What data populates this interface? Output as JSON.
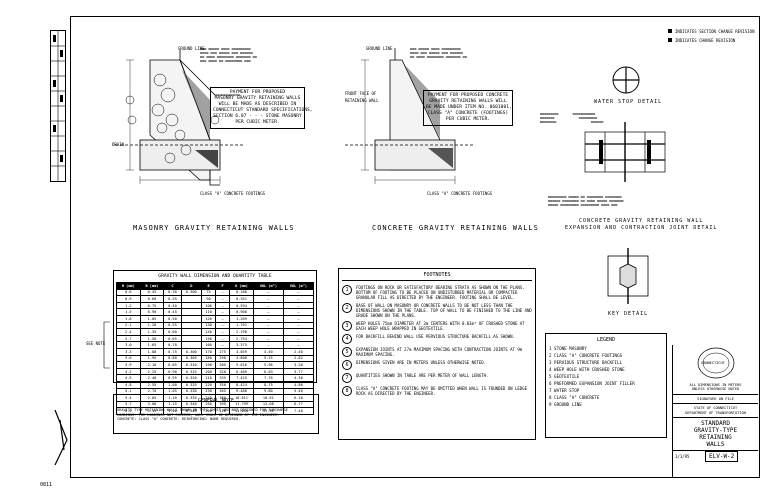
{
  "sheet": {
    "top_notes": [
      "INDICATES SECTION CHANGE REVISION",
      "INDICATES CHANGE REVISION"
    ],
    "bottom_left_code": "0811"
  },
  "masonry": {
    "title": "MASONRY GRAVITY RETAINING WALLS",
    "payment_note": "PAYMENT FOR PROPOSED\nMASONRY GRAVITY RETAINING WALLS\nWILL BE MADE AS DESCRIBED IN\nCONNECTICUT STANDARD SPECIFICATIONS,\nSECTION 6.07 - - - STONE MASONRY\nPER CUBIC METER.",
    "labels": [
      "GROUND LINE",
      "DRAIN",
      "CLASS \"A\" CONCRETE FOOTINGS"
    ]
  },
  "concrete": {
    "title": "CONCRETE GRAVITY RETAINING WALLS",
    "payment_note": "PAYMENT FOR PROPOSED CONCRETE\nGRAVITY RETAINING WALLS WILL\nBE MADE UNDER ITEM NO. 0601001,\nCLASS \"A\" CONCRETE (FOOTINGS)\nPER CUBIC METER.",
    "labels": [
      "GROUND LINE",
      "FRONT FACE OF RETAINING WALL",
      "CLASS \"A\" CONCRETE FOOTINGS"
    ]
  },
  "waterstop": {
    "title": "WATER STOP DETAIL",
    "joint_title": "CONCRETE GRAVITY RETAINING WALL\nEXPANSION AND CONTRACTION JOINT DETAIL",
    "key_title": "KEY DETAIL"
  },
  "gravity_table": {
    "title": "GRAVITY WALL DIMENSION AND QUANTITY TABLE",
    "side_label": "SEE NOTE",
    "headers": [
      "H (mm)",
      "B (mm)",
      "C",
      "D",
      "E",
      "F",
      "G (mm)",
      "VOL (m³)",
      "VOL (m³)"
    ],
    "rows": [
      [
        "0.6",
        "0.45",
        "0.30",
        "0.300",
        "75",
        "—",
        "0.180",
        "—",
        "—"
      ],
      [
        "0.9",
        "0.60",
        "0.35",
        "",
        "90",
        "—",
        "0.351",
        "—",
        "—"
      ],
      [
        "1.2",
        "0.75",
        "0.40",
        "",
        "100",
        "—",
        "0.594",
        "—",
        "—"
      ],
      [
        "1.5",
        "0.90",
        "0.45",
        "",
        "110",
        "—",
        "0.900",
        "—",
        "—"
      ],
      [
        "1.8",
        "1.05",
        "0.50",
        "",
        "120",
        "—",
        "1.269",
        "—",
        "—"
      ],
      [
        "2.1",
        "1.20",
        "0.55",
        "",
        "130",
        "—",
        "1.701",
        "—",
        "—"
      ],
      [
        "2.4",
        "1.35",
        "0.60",
        "",
        "140",
        "—",
        "2.196",
        "—",
        "—"
      ],
      [
        "2.7",
        "1.50",
        "0.65",
        "",
        "150",
        "—",
        "2.754",
        "—",
        "—"
      ],
      [
        "3.0",
        "1.65",
        "0.70",
        "",
        "160",
        "—",
        "3.375",
        "—",
        "—"
      ],
      [
        "3.3",
        "1.80",
        "0.75",
        "0.300",
        "170",
        "275",
        "4.059",
        "4.40",
        "2.40"
      ],
      [
        "3.6",
        "1.95",
        "0.80",
        "0.305",
        "180",
        "290",
        "4.806",
        "5.15",
        "2.82"
      ],
      [
        "3.9",
        "2.10",
        "0.85",
        "0.310",
        "190",
        "305",
        "5.616",
        "5.96",
        "3.28"
      ],
      [
        "4.2",
        "2.25",
        "0.90",
        "0.315",
        "200",
        "320",
        "6.489",
        "6.83",
        "3.77"
      ],
      [
        "4.5",
        "2.40",
        "0.95",
        "0.320",
        "210",
        "335",
        "7.425",
        "7.76",
        "4.30"
      ],
      [
        "4.8",
        "2.55",
        "1.00",
        "0.325",
        "220",
        "350",
        "8.424",
        "8.75",
        "4.86"
      ],
      [
        "5.1",
        "2.70",
        "1.05",
        "0.330",
        "230",
        "365",
        "9.486",
        "9.80",
        "5.46"
      ],
      [
        "5.4",
        "2.85",
        "1.10",
        "0.335",
        "240",
        "380",
        "10.611",
        "10.91",
        "6.10"
      ],
      [
        "5.7",
        "3.00",
        "1.15",
        "0.340",
        "250",
        "395",
        "11.799",
        "12.08",
        "6.77"
      ],
      [
        "6.0",
        "3.15",
        "1.20",
        "0.345",
        "260",
        "410",
        "13.050",
        "13.31",
        "7.48"
      ]
    ]
  },
  "general_note": {
    "title": "GENERAL NOTE",
    "text": "GRAVITY TYPE RETAINING WALLS SHOWN ON THIS SHEET ARE NOT DESIGNED FOR SURCHARGE\nLOADINGS. FOR LOADINGS NOT COVERED, WALL SHALL BE DESIGNED BY THE ENGINEER.\nCONCRETE: CLASS \"A\" CONCRETE. REINFORCING: NONE REQUIRED."
  },
  "footnotes": {
    "title": "FOOTNOTES",
    "items": [
      "FOOTINGS ON ROCK OR SATISFACTORY BEARING STRATA AS SHOWN ON THE PLANS. BOTTOM OF FOOTING TO BE PLACED ON UNDISTURBED MATERIAL OR COMPACTED GRANULAR FILL AS DIRECTED BY THE ENGINEER. FOOTING SHALL BE LEVEL.",
      "BASE OF WALL ON MASONRY OR CONCRETE WALLS TO BE NOT LESS THAN THE DIMENSIONS SHOWN IN THE TABLE. TOP OF WALL TO BE FINISHED TO THE LINE AND GRADE SHOWN ON THE PLANS.",
      "WEEP HOLES 75mm DIAMETER AT 3m CENTERS WITH 0.03m³ OF CRUSHED STONE AT EACH WEEP HOLE WRAPPED IN GEOTEXTILE.",
      "FOR BACKFILL BEHIND WALL USE PERVIOUS STRUCTURE BACKFILL AS SHOWN.",
      "EXPANSION JOINTS AT 27m MAXIMUM SPACING WITH CONTRACTION JOINTS AT 9m MAXIMUM SPACING.",
      "DIMENSIONS GIVEN ARE IN METERS UNLESS OTHERWISE NOTED.",
      "QUANTITIES SHOWN IN TABLE ARE PER METER OF WALL LENGTH.",
      "CLASS \"A\" CONCRETE FOOTING MAY BE OMITTED WHEN WALL IS FOUNDED ON LEDGE ROCK AS DIRECTED BY THE ENGINEER."
    ]
  },
  "legend": {
    "title": "LEGEND",
    "items": [
      "1  STONE MASONRY",
      "2  CLASS \"A\" CONCRETE FOOTINGS",
      "3  PERVIOUS STRUCTURE BACKFILL",
      "4  WEEP HOLE WITH CRUSHED STONE",
      "5  GEOTEXTILE",
      "6  PREFORMED EXPANSION JOINT FILLER",
      "7  WATER STOP",
      "8  CLASS \"A\" CONCRETE",
      "9  GROUND LINE"
    ]
  },
  "title_block": {
    "seal_text": "CONNECTICUT",
    "approval_1": "ALL DIMENSIONS IN METERS\nUNLESS OTHERWISE NOTED",
    "approval_2": "SIGNATURE ON FILE",
    "dept": "STATE OF CONNECTICUT\nDEPARTMENT OF TRANSPORTATION",
    "title": "STANDARD\nGRAVITY-TYPE\nRETAINING\nWALLS",
    "date": "1/1/95",
    "sheet_no": "ELV-W-2"
  }
}
